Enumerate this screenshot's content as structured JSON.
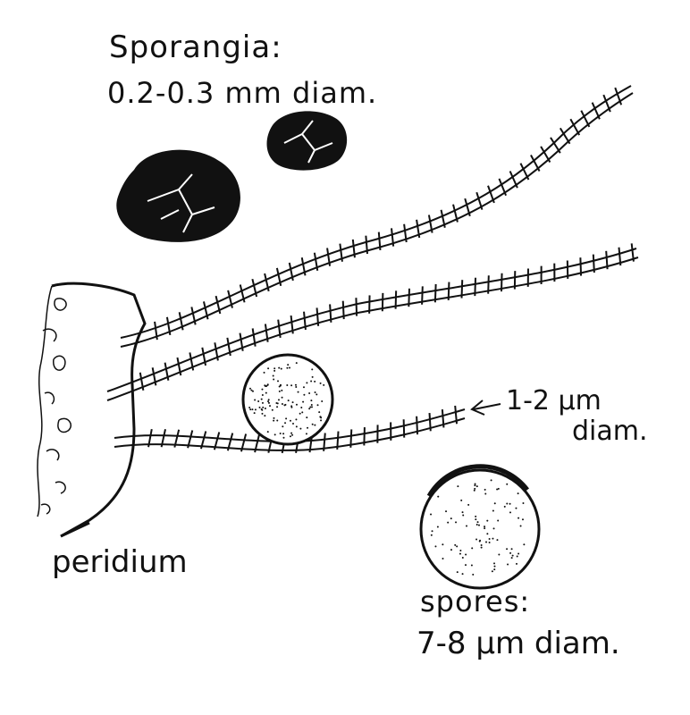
{
  "labels": {
    "sporangia_title": "Sporangia:",
    "sporangia_size": "0.2-0.3 mm diam.",
    "filament_size_line1": "1-2 µm",
    "filament_size_line2": "diam.",
    "peridium": "peridium",
    "spores_title": "spores:",
    "spores_size": "7-8 µm diam."
  },
  "colors": {
    "ink": "#111111",
    "paper": "#ffffff"
  },
  "icons": {
    "pointer_arrow": "left-arrow"
  }
}
